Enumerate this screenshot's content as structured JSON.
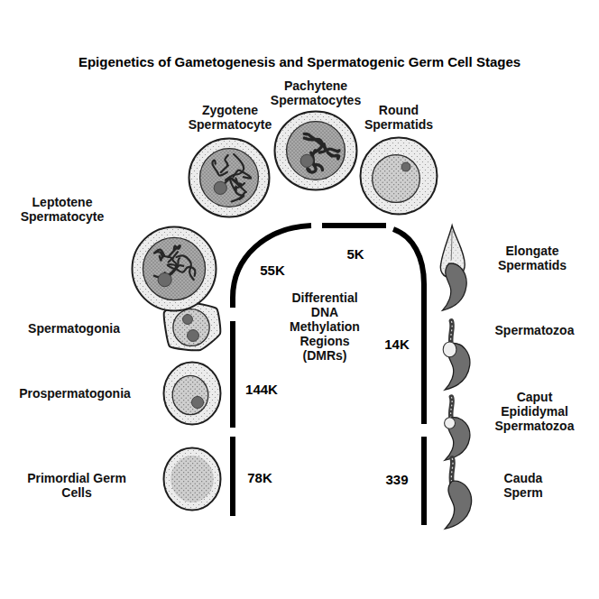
{
  "diagram": {
    "title": "Epigenetics of Gametogenesis and Spermatogenic Germ Cell Stages",
    "nodes": [
      {
        "text": [
          "Primordial Germ Cells"
        ]
      },
      {
        "text": [
          "Prospermatogonia"
        ]
      },
      {
        "text": [
          "Spermatogonia"
        ]
      },
      {
        "text": [
          "Leptotene Spermatocyte"
        ]
      },
      {
        "text": [
          "Zygotene Spermatocyte"
        ]
      },
      {
        "text": [
          "Pachytene Spermatocytes"
        ]
      },
      {
        "text": [
          "Round Spermatids"
        ]
      },
      {
        "text": [
          "Elongate Spermatids"
        ]
      },
      {
        "text": [
          "Spermatozoa"
        ]
      },
      {
        "text": [
          "Caput Epididymal Spermatozoa"
        ]
      },
      {
        "text": [
          "Cauda Sperm"
        ]
      }
    ],
    "labels": [
      "Differential DNA Methylation Regions (DMRs)",
      "78K",
      "144K",
      "55K",
      "5K",
      "14K",
      "339"
    ]
  }
}
